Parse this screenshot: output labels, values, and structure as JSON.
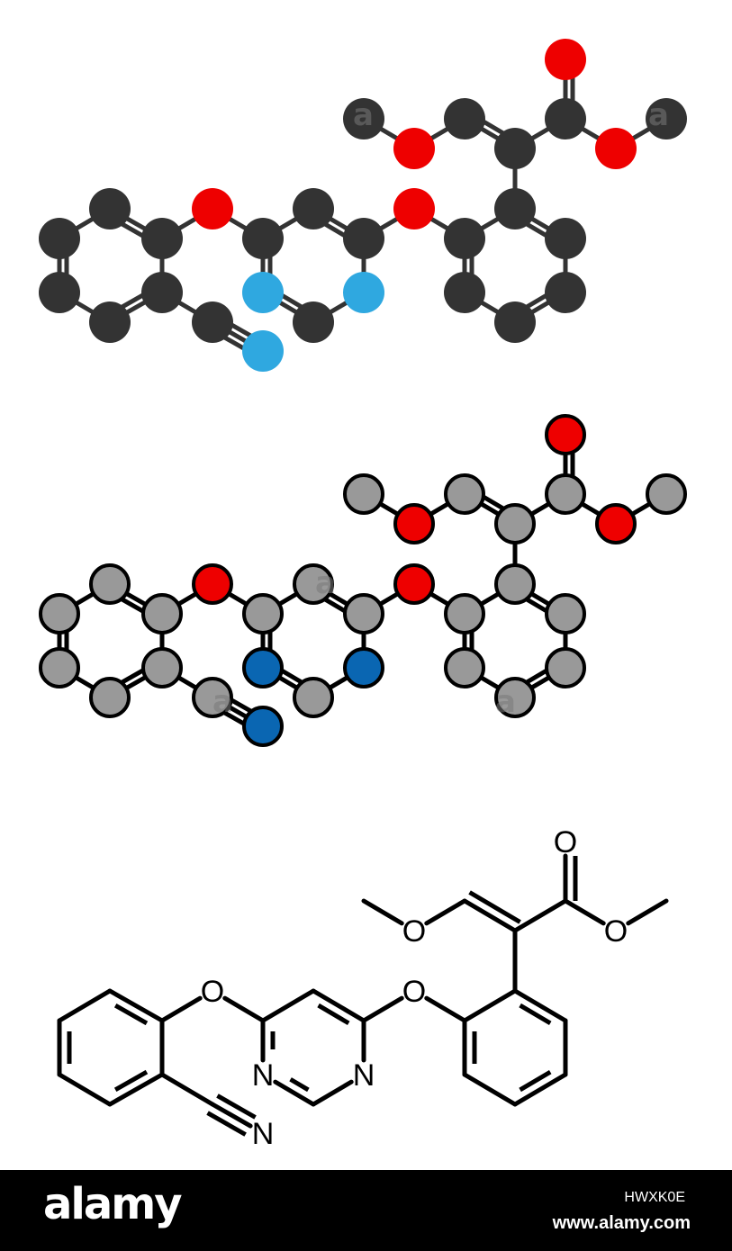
{
  "molecule_labels": {
    "O": "O",
    "N": "N"
  },
  "colors": {
    "carbon_dark": "#333333",
    "oxygen": "#ee0000",
    "nitrogen_light": "#2fa8e0",
    "carbon_grey": "#999999",
    "nitrogen_dark": "#0a66b2",
    "bond_light": "#333333",
    "bond_dark": "#000000"
  },
  "footer": {
    "brand": "alamy",
    "image_id": "HWXK0E",
    "site": "www.alamy.com"
  },
  "watermark": {
    "glyph": "a",
    "brand": "alamy"
  }
}
